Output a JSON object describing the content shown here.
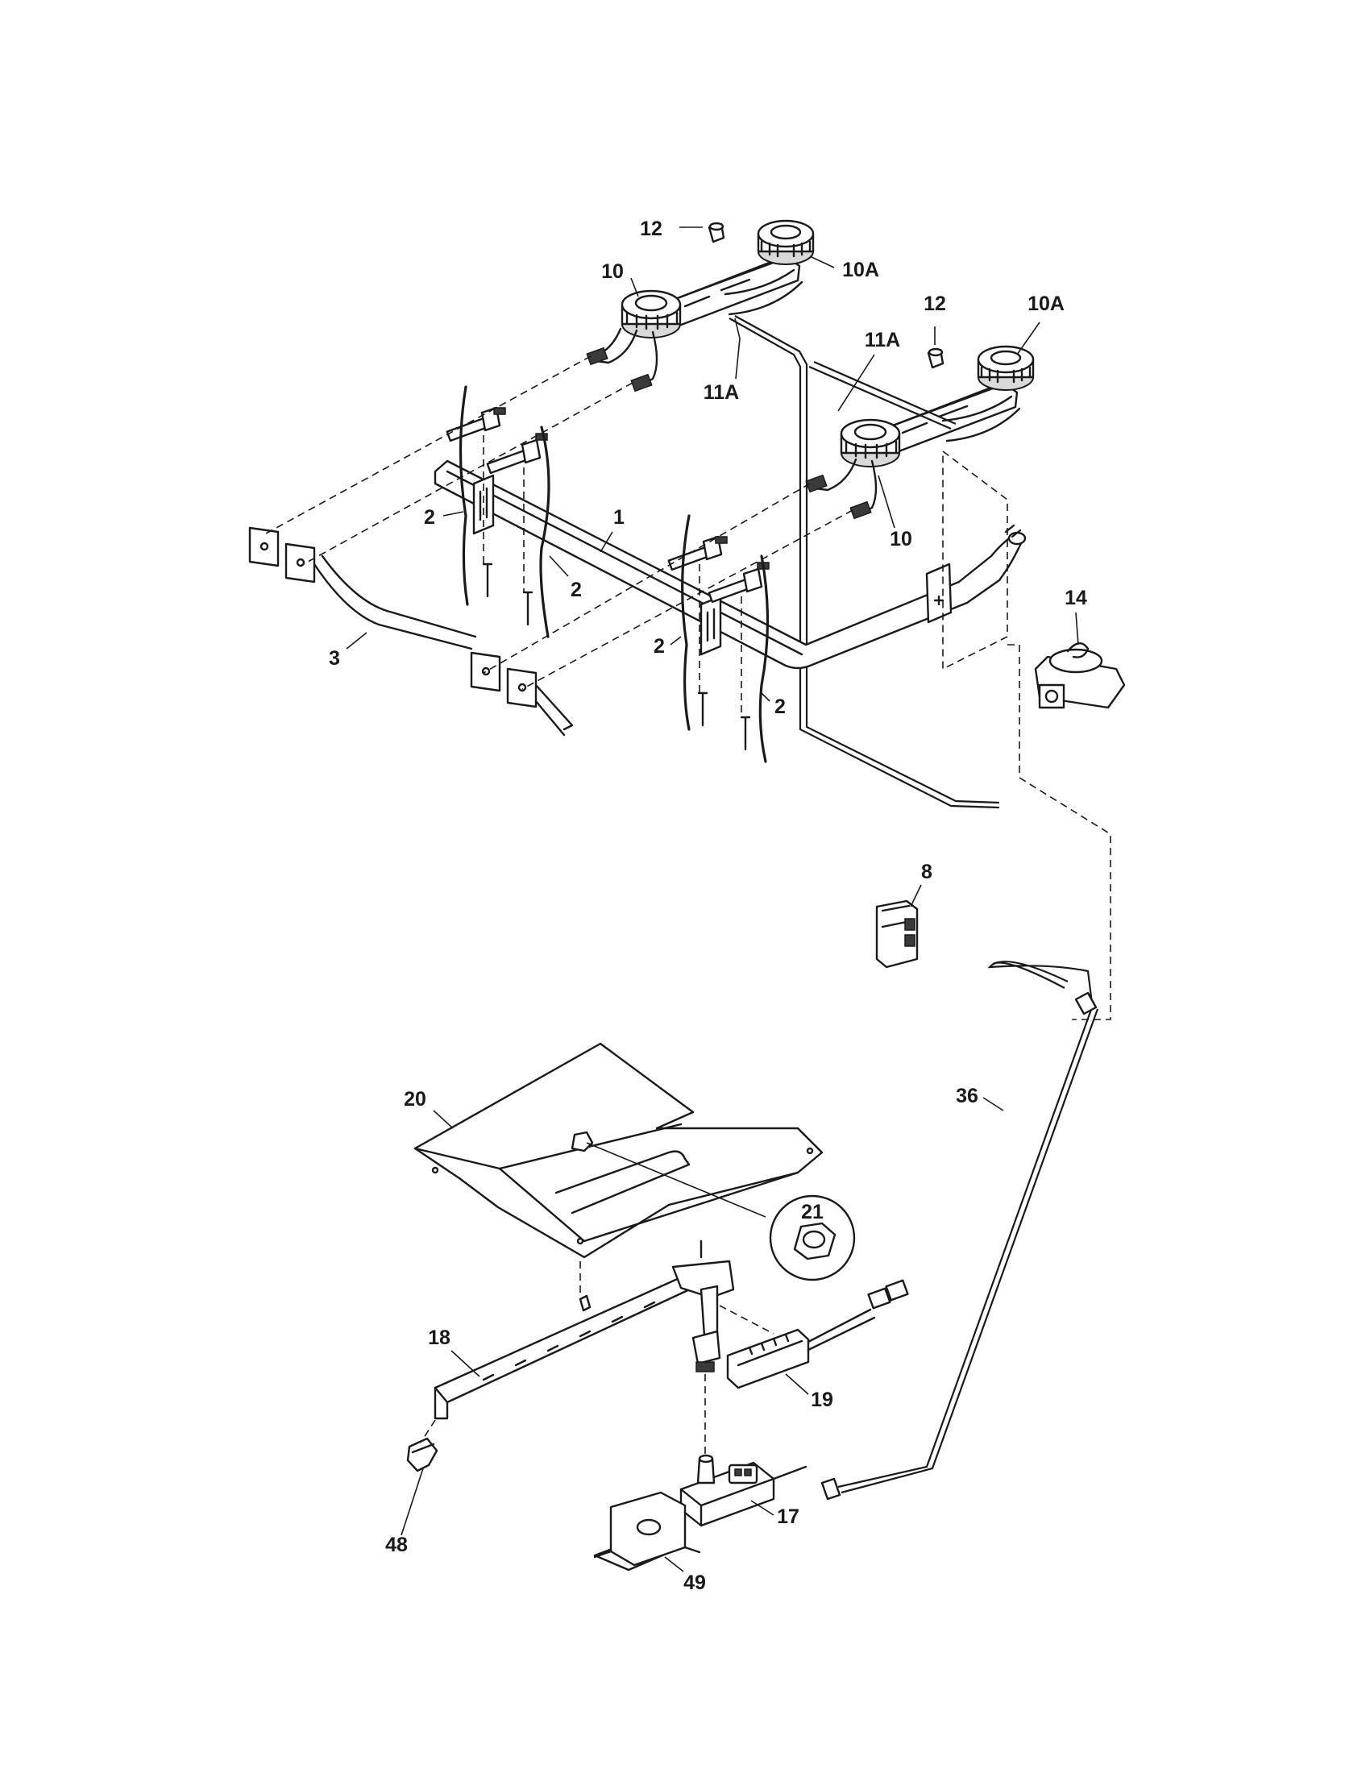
{
  "callouts": [
    {
      "id": "c12a",
      "text": "12"
    },
    {
      "id": "c10a_left",
      "text": "10A"
    },
    {
      "id": "c10_left",
      "text": "10"
    },
    {
      "id": "c11a_left",
      "text": "11A"
    },
    {
      "id": "c11a_right",
      "text": "11A"
    },
    {
      "id": "c12b",
      "text": "12"
    },
    {
      "id": "c10a_right",
      "text": "10A"
    },
    {
      "id": "c10_right",
      "text": "10"
    },
    {
      "id": "c1",
      "text": "1"
    },
    {
      "id": "c2a",
      "text": "2"
    },
    {
      "id": "c2b",
      "text": "2"
    },
    {
      "id": "c2c",
      "text": "2"
    },
    {
      "id": "c2d",
      "text": "2"
    },
    {
      "id": "c3",
      "text": "3"
    },
    {
      "id": "c14",
      "text": "14"
    },
    {
      "id": "c8",
      "text": "8"
    },
    {
      "id": "c36",
      "text": "36"
    },
    {
      "id": "c20",
      "text": "20"
    },
    {
      "id": "c21",
      "text": "21"
    },
    {
      "id": "c18",
      "text": "18"
    },
    {
      "id": "c19",
      "text": "19"
    },
    {
      "id": "c48",
      "text": "48"
    },
    {
      "id": "c17",
      "text": "17"
    },
    {
      "id": "c49",
      "text": "49"
    }
  ]
}
